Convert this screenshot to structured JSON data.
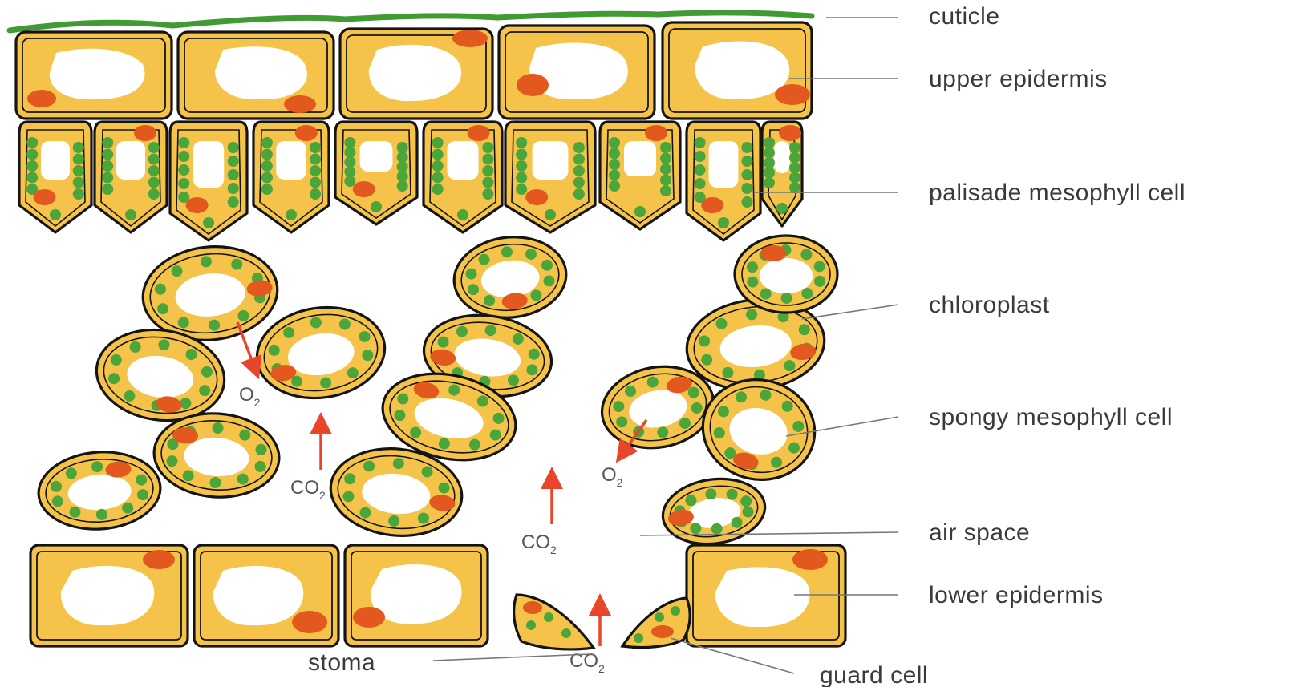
{
  "labels": {
    "cuticle": "cuticle",
    "upper_epidermis": "upper epidermis",
    "palisade": "palisade mesophyll cell",
    "chloroplast": "chloroplast",
    "spongy": "spongy mesophyll cell",
    "air_space": "air space",
    "lower_epidermis": "lower epidermis",
    "stoma": "stoma",
    "guard_cell": "guard cell"
  },
  "gases": {
    "o2_left": {
      "main": "O",
      "sub": "2"
    },
    "co2_left": {
      "main": "CO",
      "sub": "2"
    },
    "co2_mid": {
      "main": "CO",
      "sub": "2"
    },
    "o2_right": {
      "main": "O",
      "sub": "2"
    },
    "co2_stoma": {
      "main": "CO",
      "sub": "2"
    }
  },
  "colors": {
    "cuticle": "#3f9b32",
    "cytoplasm": "#f5c34a",
    "vacuole": "#ffffff",
    "chloroplast": "#4aa53a",
    "nucleus": "#e2581e",
    "arrow": "#e8452a",
    "cell_wall": "#141414"
  }
}
